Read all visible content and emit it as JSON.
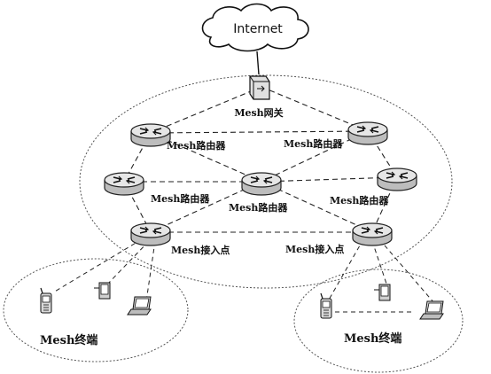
{
  "cloud": {
    "label": "Internet"
  },
  "gateway": {
    "label": "Mesh网关"
  },
  "routers": {
    "top_left": "Mesh路由器",
    "top_right": "Mesh路由器",
    "mid_left": "Mesh路由器",
    "center": "Mesh路由器",
    "mid_right": "Mesh路由器"
  },
  "access_points": {
    "left": "Mesh接入点",
    "right": "Mesh接入点"
  },
  "terminal_groups": {
    "left": "Mesh终端",
    "right": "Mesh终端"
  },
  "device_icons": [
    "mobile-phone-icon",
    "pda-icon",
    "laptop-icon"
  ]
}
